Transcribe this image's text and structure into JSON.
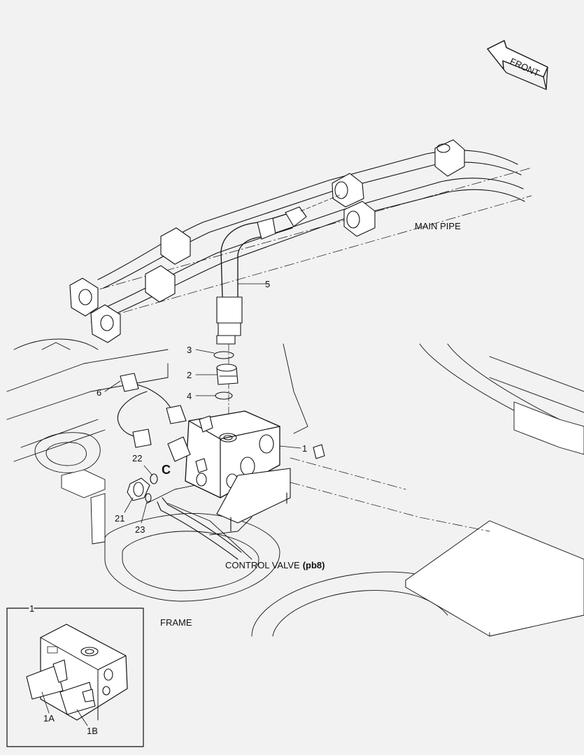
{
  "figure": {
    "direction_arrow": "FRONT",
    "labels": {
      "main_pipe": "MAIN PIPE",
      "control_valve": "CONTROL VALVE",
      "control_valve_ref": "(pb8)",
      "frame": "FRAME"
    },
    "callouts": {
      "c1": "1",
      "c2": "2",
      "c3": "3",
      "c4": "4",
      "c5": "5",
      "c6": "6",
      "c21": "21",
      "c22": "22",
      "c23": "23",
      "section": "C"
    },
    "inset": {
      "title": "1",
      "callout_1a": "1A",
      "callout_1b": "1B"
    }
  },
  "colors": {
    "background": "#f2f2f2",
    "line": "#111111",
    "part_fill": "#ffffff"
  }
}
